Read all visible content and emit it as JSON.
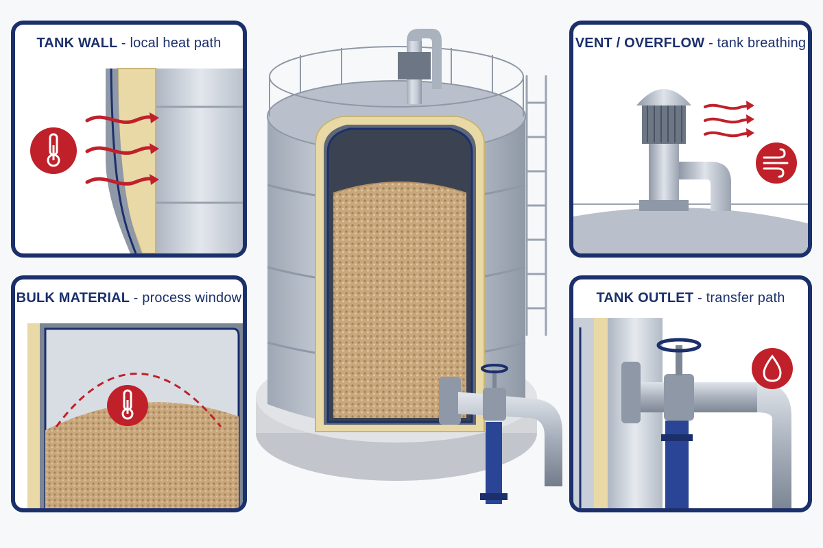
{
  "panels": {
    "tank_wall": {
      "title": "TANK WALL",
      "subtitle": "- local heat path",
      "icon": "thermometer-icon"
    },
    "vent": {
      "title": "VENT / OVERFLOW",
      "subtitle": "- tank breathing",
      "icon": "wind-icon"
    },
    "bulk": {
      "title": "BULK MATERIAL",
      "subtitle": "- process window",
      "icon": "thermometer-icon"
    },
    "outlet": {
      "title": "TANK OUTLET",
      "subtitle": "- transfer path",
      "icon": "droplet-icon"
    }
  },
  "colors": {
    "frame": "#1b2f6b",
    "accent_red": "#c0202a",
    "insulation": "#e9d9a6",
    "steel": "#c9cfd8",
    "material": "#c9a77c",
    "concrete": "#d4d6da"
  }
}
